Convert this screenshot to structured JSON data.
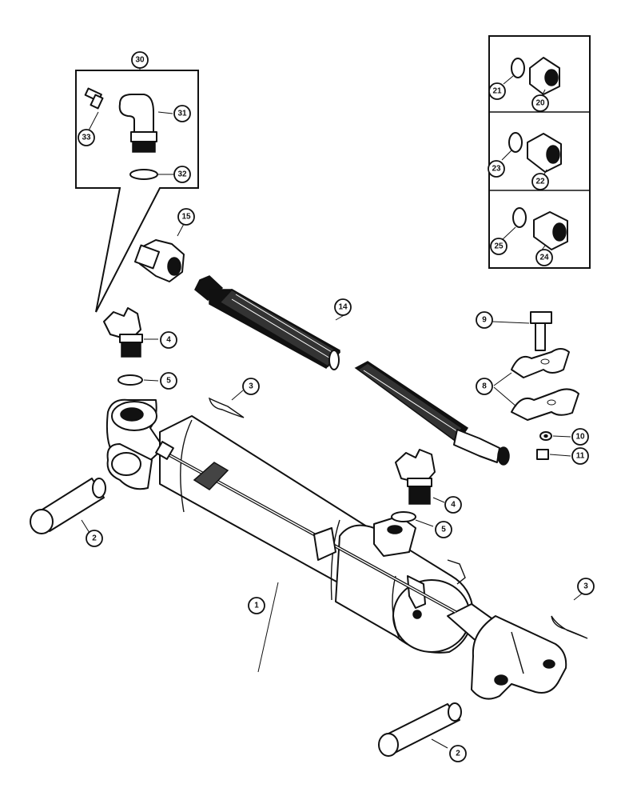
{
  "callouts": {
    "c30": "30",
    "c31": "31",
    "c32": "32",
    "c33": "33",
    "c21": "21",
    "c20": "20",
    "c23": "23",
    "c22": "22",
    "c25": "25",
    "c24": "24",
    "c15": "15",
    "c14": "14",
    "c9": "9",
    "c8": "8",
    "c10": "10",
    "c11": "11",
    "c4a": "4",
    "c5a": "5",
    "c3a": "3",
    "c4b": "4",
    "c5b": "5",
    "c2a": "2",
    "c1": "1",
    "c3b": "3",
    "c2b": "2"
  }
}
